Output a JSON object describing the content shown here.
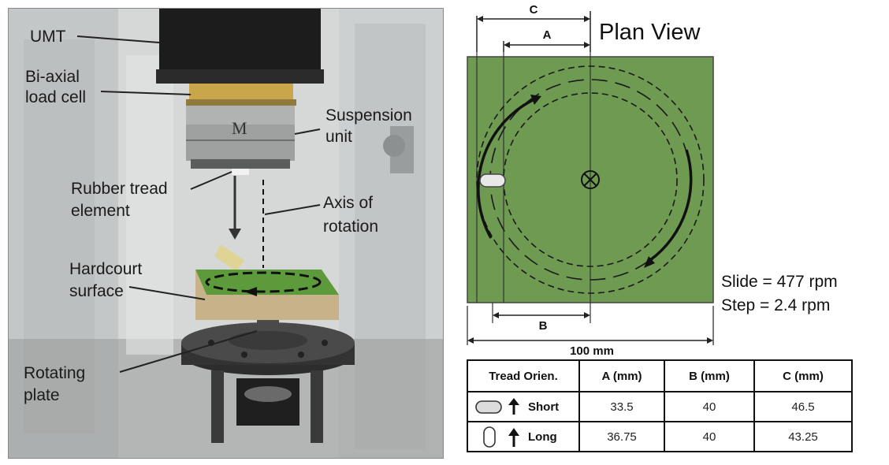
{
  "photo": {
    "labels": {
      "umt": "UMT",
      "load_cell_1": "Bi-axial",
      "load_cell_2": "load cell",
      "suspension_1": "Suspension",
      "suspension_2": "unit",
      "tread_1": "Rubber tread",
      "tread_2": "element",
      "axis_1": "Axis of",
      "axis_2": "rotation",
      "hardcourt_1": "Hardcourt",
      "hardcourt_2": "surface",
      "plate_1": "Rotating",
      "plate_2": "plate"
    }
  },
  "plan": {
    "title": "Plan View",
    "dim_c": "C",
    "dim_a": "A",
    "dim_b": "B",
    "dim_width": "100 mm",
    "slide": "Slide = 477 rpm",
    "step": "Step = 2.4 rpm"
  },
  "table": {
    "headers": [
      "Tread Orien.",
      "A (mm)",
      "B (mm)",
      "C (mm)"
    ],
    "rows": [
      {
        "orientation": "Short",
        "a": "33.5",
        "b": "40",
        "c": "46.5"
      },
      {
        "orientation": "Long",
        "a": "36.75",
        "b": "40",
        "c": "43.25"
      }
    ]
  },
  "colors": {
    "surface_green": "#6e9a52",
    "frame_dark": "#3b3b3b"
  }
}
